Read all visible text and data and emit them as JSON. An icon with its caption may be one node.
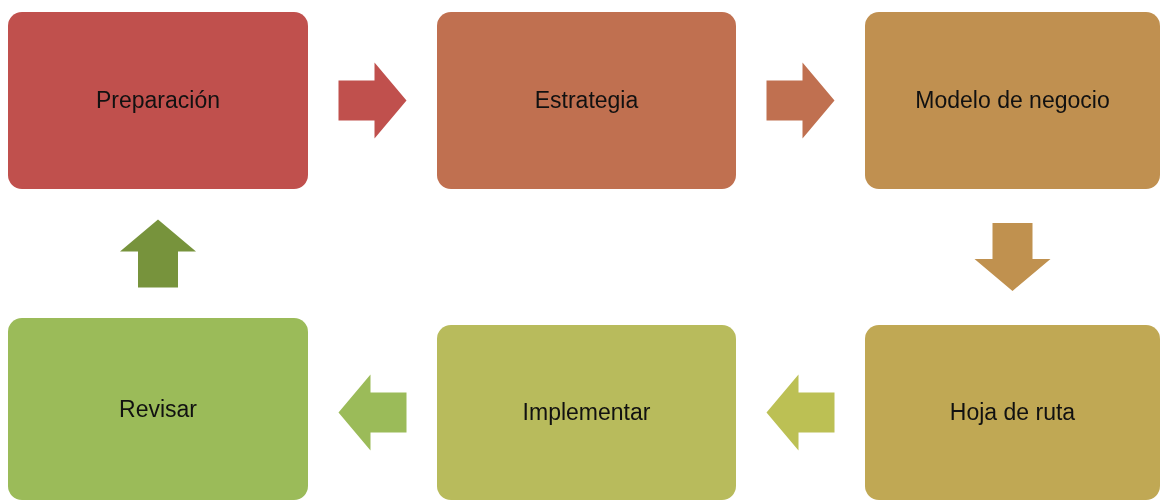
{
  "diagram": {
    "nodes": [
      {
        "text": [
          "Preparación"
        ]
      },
      {
        "text": [
          "Estrategia"
        ]
      },
      {
        "text": [
          "Modelo de negocio"
        ]
      },
      {
        "text": [
          "Hoja de ruta"
        ]
      },
      {
        "text": [
          "Implementar"
        ]
      },
      {
        "text": [
          "Revisar"
        ]
      }
    ],
    "edges": [
      {
        "from": 0,
        "to": 1,
        "arrow": "to",
        "color": "#c0504d"
      },
      {
        "from": 1,
        "to": 2,
        "arrow": "to",
        "color": "#c07050"
      },
      {
        "from": 2,
        "to": 3,
        "arrow": "to",
        "color": "#c0914f"
      },
      {
        "from": 3,
        "to": 4,
        "arrow": "to",
        "color": "#bcc054"
      },
      {
        "from": 4,
        "to": 5,
        "arrow": "to",
        "color": "#9bbb59"
      },
      {
        "from": 5,
        "to": 0,
        "arrow": "to",
        "color": "#77933c"
      }
    ]
  }
}
